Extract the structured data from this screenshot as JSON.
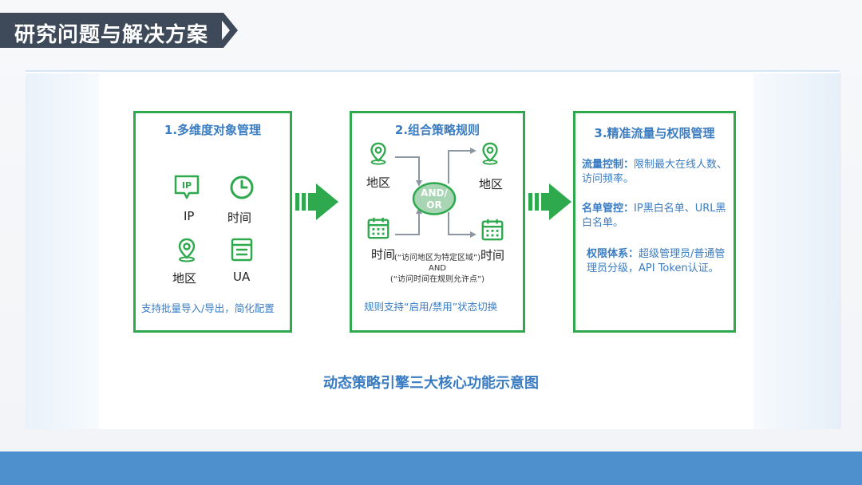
{
  "header": {
    "title": "研究问题与解决方案"
  },
  "cards": [
    {
      "title": "1.多维度对象管理",
      "items": [
        "IP",
        "时间",
        "地区",
        "UA"
      ],
      "icon_text": "IP",
      "note": "支持批量导入/导出，简化配置"
    },
    {
      "title": "2.组合策略规则",
      "labels": {
        "region_left": "地区",
        "time_left": "时间",
        "region_right": "地区",
        "time_right": "时间"
      },
      "operator_line1": "AND/",
      "operator_line2": "OR",
      "conditions": [
        "(“访问地区为特定区域”)",
        "AND",
        "(“访问时间在规则允许点”)"
      ],
      "note": "规则支持“启用/禁用”状态切换"
    },
    {
      "title": "3.精准流量与权限管理",
      "sections": [
        {
          "heading": "流量控制：",
          "text": "限制最大在线人数、访问频率。"
        },
        {
          "heading": "名单管控：",
          "text": "IP黑白名单、URL黑白名单。"
        },
        {
          "heading": "权限体系：",
          "text": "超级管理员/普通管理员分级，API Token认证。"
        }
      ]
    }
  ],
  "caption": "动态策略引擎三大核心功能示意图",
  "colors": {
    "green": "#2ea94e",
    "blue": "#3a7cc2",
    "banner": "#3e4a59",
    "footer": "#4e8fce"
  }
}
